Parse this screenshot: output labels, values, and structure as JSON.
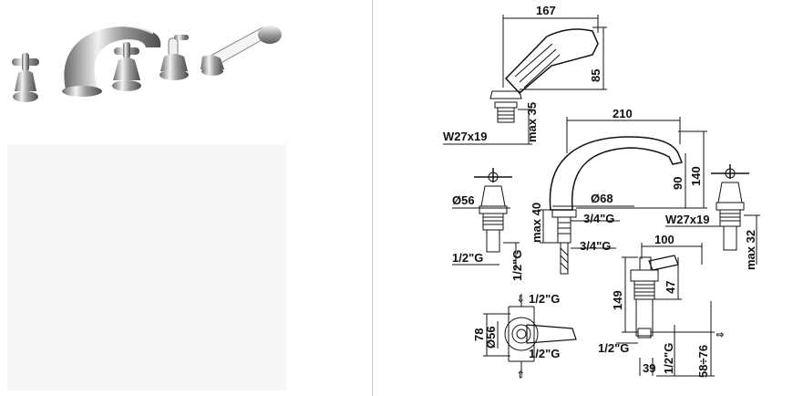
{
  "dimensions": {
    "shower_width": "167",
    "shower_height": "85",
    "shower_thread": "W27x19",
    "shower_max": "max 35",
    "spout_length": "210",
    "spout_height_90": "90",
    "spout_height_140": "140",
    "valve_diameter": "Ø56",
    "spout_diameter": "Ø68",
    "spout_max": "max 40",
    "spout_thread_1": "3/4\"G",
    "spout_thread_2": "3/4\"G",
    "right_valve_thread": "W27x19",
    "right_valve_max": "max 32",
    "valve_inlet": "1/2\"G",
    "valve_inlet_g": "1/2\"G",
    "diverter_width": "100",
    "diverter_height": "149",
    "diverter_47": "47",
    "diverter_inlet": "1/2\"G",
    "diverter_inlet_g": "1/2\"G",
    "diverter_39": "39",
    "diverter_range": "58÷76",
    "top_view_78": "78",
    "top_view_diameter": "Ø56",
    "top_view_inlet_top": "1/2\"G",
    "top_view_inlet_bottom": "1/2\"G"
  },
  "colors": {
    "chrome_dark": "#5a5a5a",
    "chrome_light": "#e8e8e8",
    "line": "#111111",
    "divider": "#c8c8c8"
  }
}
